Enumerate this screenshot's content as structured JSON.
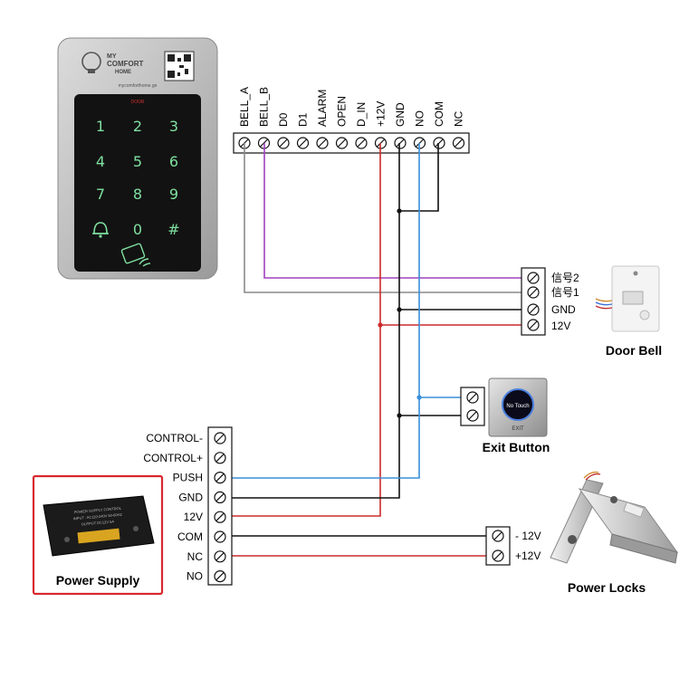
{
  "controller": {
    "brand_line1": "MY",
    "brand_line2": "COMFORT",
    "brand_line3": "HOME",
    "website": "mycomforthome.ge",
    "door_label": "DOOR",
    "keys": [
      "1",
      "2",
      "3",
      "4",
      "5",
      "6",
      "7",
      "8",
      "9",
      "0",
      "#"
    ],
    "terminals": [
      "BELL_A",
      "BELL_B",
      "D0",
      "D1",
      "ALARM",
      "OPEN",
      "D_IN",
      "+12V",
      "GND",
      "NO",
      "COM",
      "NC"
    ]
  },
  "door_bell": {
    "terminals": [
      "信号2",
      "信号1",
      "GND",
      "12V"
    ],
    "label": "Door Bell"
  },
  "exit_button": {
    "label": "Exit Button",
    "face_text": "No Touch",
    "plate_text": "EXIT"
  },
  "power_supply": {
    "label": "Power Supply",
    "terminals": [
      "CONTROL-",
      "CONTROL+",
      "PUSH",
      "GND",
      "12V",
      "COM",
      "NC",
      "NO"
    ],
    "unit_title": "POWER SUPPLY CONTROL",
    "unit_input": "INPUT : AC110-240V  50-60HZ",
    "unit_output": "OUTPUT DC12V 5A"
  },
  "power_locks": {
    "label": "Power Locks",
    "terminals": [
      "- 12V",
      "+12V"
    ]
  },
  "colors": {
    "black_wire": "#111111",
    "red_wire": "#cc2b2b",
    "blue_wire": "#3a8fd8",
    "purple_wire": "#a040c0",
    "gray_wire": "#8a8a8a",
    "highlight_border": "#d8282e"
  }
}
